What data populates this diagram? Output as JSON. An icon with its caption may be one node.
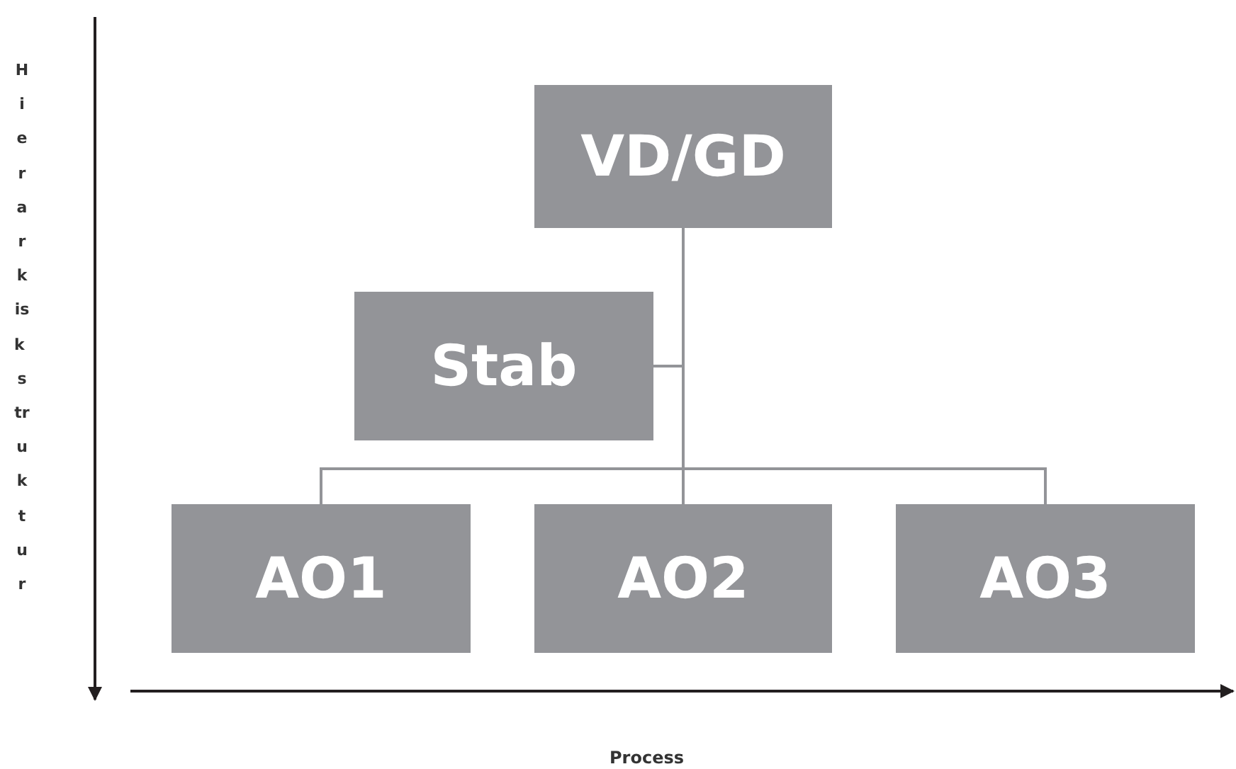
{
  "diagram": {
    "nodes": [
      {
        "text": [
          "VD/GD"
        ]
      },
      {
        "text": [
          "Stab"
        ]
      },
      {
        "text": [
          "AO1"
        ]
      },
      {
        "text": [
          "AO2"
        ]
      },
      {
        "text": [
          "AO3"
        ]
      }
    ],
    "edges": [
      {
        "from": 0,
        "to": 1,
        "arrow": "none"
      },
      {
        "from": 0,
        "to": 2,
        "arrow": "none"
      },
      {
        "from": 0,
        "to": 3,
        "arrow": "none"
      },
      {
        "from": 0,
        "to": 4,
        "arrow": "none"
      }
    ],
    "labels": [
      "Hierarkisk struktur",
      "Process"
    ]
  }
}
